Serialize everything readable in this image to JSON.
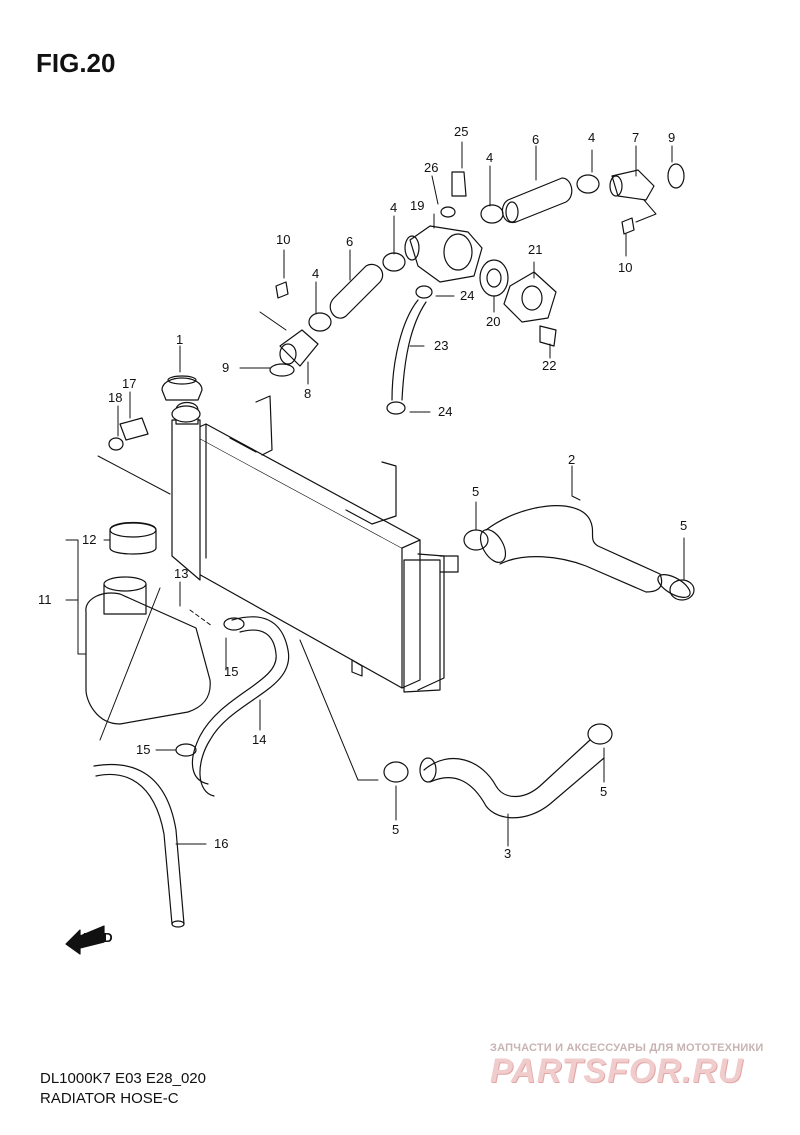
{
  "figure": {
    "title": "FIG.20"
  },
  "footer": {
    "model_code": "DL1000K7 E03 E28_020",
    "caption": "RADIATOR HOSE-C"
  },
  "watermark": {
    "line": "ЗАПЧАСТИ И АКСЕССУАРЫ ДЛЯ МОТОТЕХНИКИ",
    "logo": "PARTSFOR.RU"
  },
  "direction_badge": "FWD",
  "callouts": {
    "c1": "1",
    "c2": "2",
    "c3": "3",
    "c4a": "4",
    "c4b": "4",
    "c4c": "4",
    "c4d": "4",
    "c5a": "5",
    "c5b": "5",
    "c5c": "5",
    "c5d": "5",
    "c6a": "6",
    "c6b": "6",
    "c7": "7",
    "c8": "8",
    "c9a": "9",
    "c9b": "9",
    "c10a": "10",
    "c10b": "10",
    "c11": "11",
    "c12": "12",
    "c13": "13",
    "c14": "14",
    "c15a": "15",
    "c15b": "15",
    "c16": "16",
    "c17": "17",
    "c18": "18",
    "c19": "19",
    "c20": "20",
    "c21": "21",
    "c22": "22",
    "c23": "23",
    "c24a": "24",
    "c24b": "24",
    "c25": "25",
    "c26": "26"
  }
}
